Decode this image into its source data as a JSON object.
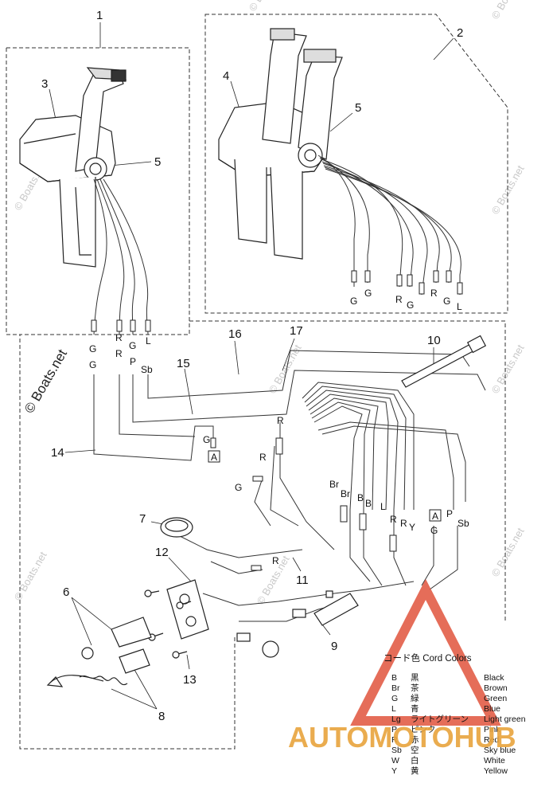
{
  "callouts": [
    {
      "id": "c1",
      "text": "1"
    },
    {
      "id": "c2",
      "text": "2"
    },
    {
      "id": "c3",
      "text": "3"
    },
    {
      "id": "c4",
      "text": "4"
    },
    {
      "id": "c5a",
      "text": "5"
    },
    {
      "id": "c5b",
      "text": "5"
    },
    {
      "id": "c6",
      "text": "6"
    },
    {
      "id": "c7",
      "text": "7"
    },
    {
      "id": "c8",
      "text": "8"
    },
    {
      "id": "c9",
      "text": "9"
    },
    {
      "id": "c10",
      "text": "10"
    },
    {
      "id": "c11",
      "text": "11"
    },
    {
      "id": "c12",
      "text": "12"
    },
    {
      "id": "c13",
      "text": "13"
    },
    {
      "id": "c14",
      "text": "14"
    },
    {
      "id": "c15",
      "text": "15"
    },
    {
      "id": "c16",
      "text": "16"
    },
    {
      "id": "c17",
      "text": "17"
    }
  ],
  "wire_labels": [
    "G",
    "G",
    "R",
    "G",
    "R",
    "G",
    "L",
    "G",
    "G",
    "R",
    "R",
    "G",
    "P",
    "L",
    "Sb",
    "G",
    "R",
    "G",
    "R",
    "Br",
    "Br",
    "B",
    "B",
    "L",
    "R",
    "R",
    "Y",
    "G",
    "P",
    "Sb",
    "R"
  ],
  "box_labels": [
    "A",
    "A"
  ],
  "legend": {
    "title": "コード色 Cord Colors",
    "rows": [
      {
        "code": "B",
        "jp": "黒",
        "en": "Black"
      },
      {
        "code": "Br",
        "jp": "茶",
        "en": "Brown"
      },
      {
        "code": "G",
        "jp": "緑",
        "en": "Green"
      },
      {
        "code": "L",
        "jp": "青",
        "en": "Blue"
      },
      {
        "code": "Lg",
        "jp": "ライトグリーン",
        "en": "Light green"
      },
      {
        "code": "P",
        "jp": "ピンク",
        "en": "Pink"
      },
      {
        "code": "R",
        "jp": "赤",
        "en": "Red"
      },
      {
        "code": "Sb",
        "jp": "空",
        "en": "Sky blue"
      },
      {
        "code": "W",
        "jp": "白",
        "en": "White"
      },
      {
        "code": "Y",
        "jp": "黄",
        "en": "Yellow"
      }
    ]
  },
  "watermark": "© Boats.net",
  "brand": {
    "text": "AUTOMOTOHUB",
    "color": "#e8a43c",
    "logo_color": "#e0533c"
  }
}
